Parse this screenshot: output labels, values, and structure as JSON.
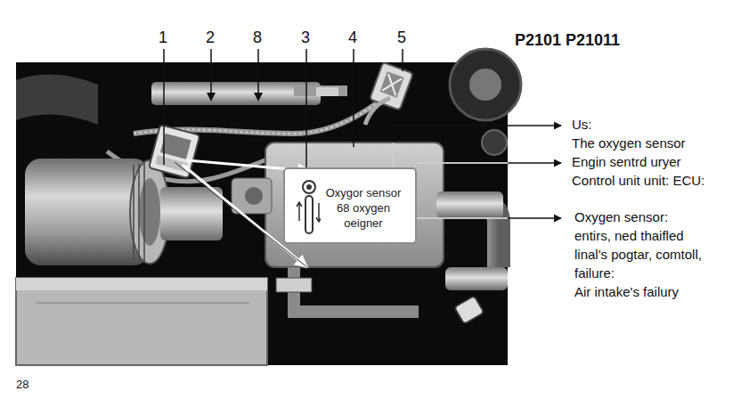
{
  "diagram": {
    "title": "P2101 P21011",
    "nodes": [
      {
        "text": [
          "Oxygor sensor 68 oxygen oeigner"
        ]
      }
    ],
    "labels": [
      "1",
      "2",
      "8",
      "3",
      "4",
      "5",
      "Us:",
      "The oxygen sensor",
      "Engin sentrd uryer",
      "Control unit unit: ECU:",
      "Oxygen sensor:",
      "entirs, ned thaifled",
      "linal's pogtar, comtoll,",
      "failure:",
      "Air intake's failury",
      "28"
    ]
  }
}
